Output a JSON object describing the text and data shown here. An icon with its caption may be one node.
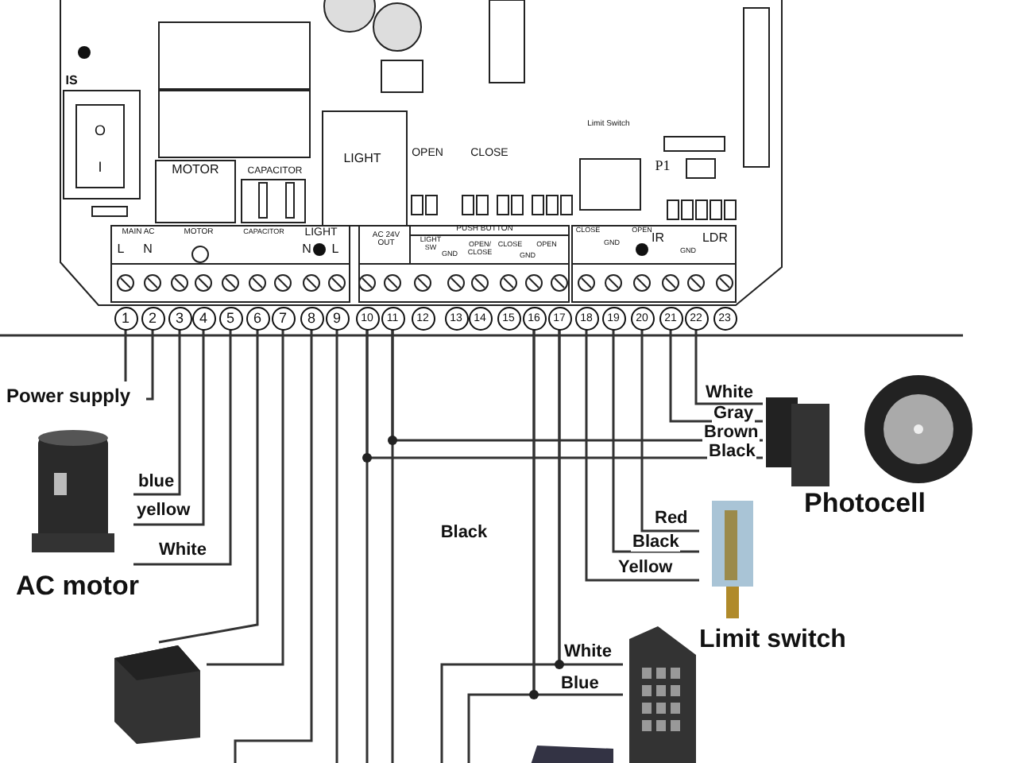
{
  "diagram": {
    "nodes": [
      {
        "text": [
          "1"
        ]
      },
      {
        "text": [
          "2"
        ]
      },
      {
        "text": [
          "3"
        ]
      },
      {
        "text": [
          "4"
        ]
      },
      {
        "text": [
          "5"
        ]
      },
      {
        "text": [
          "6"
        ]
      },
      {
        "text": [
          "7"
        ]
      },
      {
        "text": [
          "8"
        ]
      },
      {
        "text": [
          "9"
        ]
      },
      {
        "text": [
          "10"
        ]
      },
      {
        "text": [
          "11"
        ]
      },
      {
        "text": [
          "12"
        ]
      },
      {
        "text": [
          "13"
        ]
      },
      {
        "text": [
          "14"
        ]
      },
      {
        "text": [
          "15"
        ]
      },
      {
        "text": [
          "16"
        ]
      },
      {
        "text": [
          "17"
        ]
      },
      {
        "text": [
          "18"
        ]
      },
      {
        "text": [
          "19"
        ]
      },
      {
        "text": [
          "20"
        ]
      },
      {
        "text": [
          "21"
        ]
      },
      {
        "text": [
          "22"
        ]
      },
      {
        "text": [
          "23"
        ]
      },
      {
        "text": [
          "Power supply"
        ]
      },
      {
        "text": [
          "AC motor"
        ]
      },
      {
        "text": [],
        "shape": "picture"
      },
      {
        "text": [
          "Photocell"
        ]
      },
      {
        "text": [
          "Limit switch"
        ]
      },
      {
        "text": [],
        "shape": "picture"
      }
    ],
    "edges": [
      {
        "from": 0,
        "to": 23,
        "arrow": "none"
      },
      {
        "from": 1,
        "to": 23,
        "arrow": "none"
      },
      {
        "from": 2,
        "to": 24,
        "arrow": "none",
        "label": "blue"
      },
      {
        "from": 3,
        "to": 24,
        "arrow": "none",
        "label": "yellow"
      },
      {
        "from": 4,
        "to": 24,
        "arrow": "none",
        "label": "White"
      },
      {
        "from": 5,
        "to": 25,
        "arrow": "none"
      },
      {
        "from": 6,
        "to": 25,
        "arrow": "none"
      },
      {
        "from": 7,
        "to": null,
        "arrow": "none"
      },
      {
        "from": 8,
        "to": null,
        "arrow": "none"
      },
      {
        "from": 9,
        "to": 26,
        "arrow": "none",
        "label": "Black"
      },
      {
        "from": 10,
        "to": 26,
        "arrow": "none",
        "label": "Brown"
      },
      {
        "from": 9,
        "to": null,
        "arrow": "none"
      },
      {
        "from": 10,
        "to": null,
        "arrow": "none"
      },
      {
        "from": 15,
        "to": 28,
        "arrow": "none",
        "label": "Blue"
      },
      {
        "from": 16,
        "to": 28,
        "arrow": "none",
        "label": "White"
      },
      {
        "from": 15,
        "to": null,
        "arrow": "none"
      },
      {
        "from": 16,
        "to": null,
        "arrow": "none"
      },
      {
        "from": 17,
        "to": 27,
        "arrow": "none",
        "label": "Yellow"
      },
      {
        "from": 18,
        "to": 27,
        "arrow": "none",
        "label": "Black"
      },
      {
        "from": 19,
        "to": 27,
        "arrow": "none",
        "label": "Red"
      },
      {
        "from": 20,
        "to": 26,
        "arrow": "none",
        "label": "Gray"
      },
      {
        "from": 21,
        "to": 26,
        "arrow": "none",
        "label": "White"
      }
    ],
    "labels": [
      "IS",
      "O",
      "I",
      "Limit Switch",
      "MOTOR",
      "CAPACITOR",
      "LIGHT",
      "OPEN",
      "CLOSE",
      "P1",
      "MAIN AC",
      "MOTOR",
      "CAPACITOR",
      "LIGHT",
      "AC 24V OUT",
      "LIGHT SW",
      "PUSH BUTTON",
      "CLOSE",
      "OPEN",
      "IR",
      "LDR",
      "L",
      "N",
      "N",
      "L",
      "GND",
      "OPEN/ CLOSE",
      "CLOSE",
      "GND",
      "OPEN",
      "GND",
      "GND",
      "Black"
    ]
  }
}
